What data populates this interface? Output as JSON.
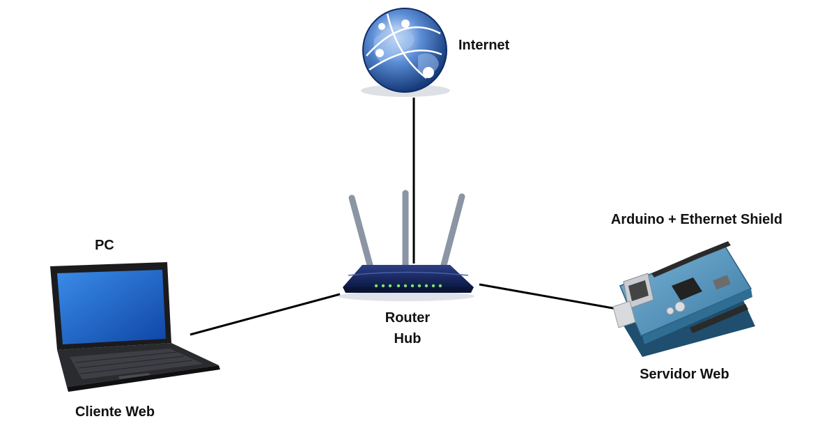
{
  "nodes": {
    "internet": {
      "label": "Internet",
      "icon": "globe-icon"
    },
    "router": {
      "label_line1": "Router",
      "label_line2": "Hub",
      "icon": "router-icon"
    },
    "pc": {
      "title": "PC",
      "caption": "Cliente Web",
      "icon": "laptop-icon"
    },
    "arduino": {
      "title": "Arduino + Ethernet Shield",
      "caption": "Servidor Web",
      "icon": "arduino-board-icon"
    }
  },
  "colors": {
    "connector": "#000000",
    "globe": "#2f5fae",
    "router_body": "#1a2a5e",
    "laptop_screen": "#1f63c9",
    "board": "#4f8fb8"
  }
}
